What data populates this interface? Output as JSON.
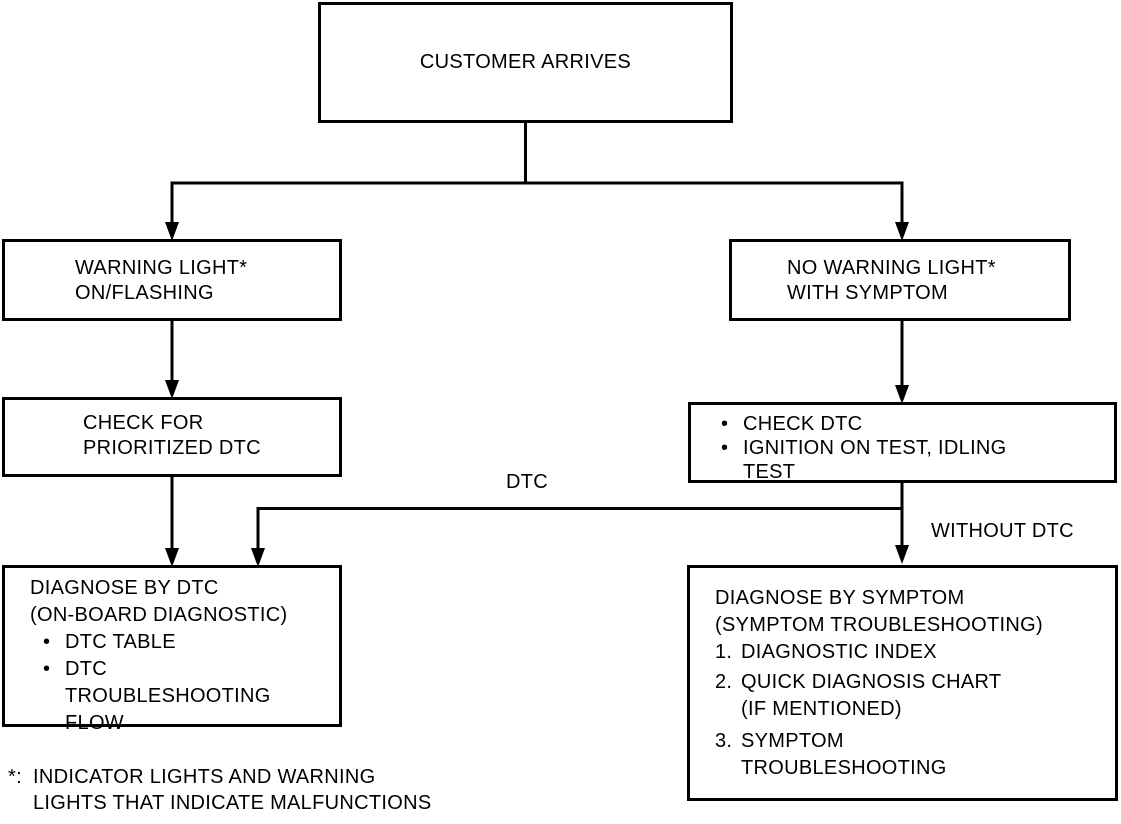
{
  "colors": {
    "ink": "#000000",
    "background": "#ffffff"
  },
  "flowchart": {
    "nodes": {
      "customer_arrives": {
        "lines": [
          "CUSTOMER ARRIVES"
        ]
      },
      "warning_light": {
        "lines": [
          "WARNING LIGHT*",
          "ON/FLASHING"
        ]
      },
      "no_warning_light": {
        "lines": [
          "NO WARNING LIGHT*",
          "WITH SYMPTOM"
        ]
      },
      "check_for_prioritized_dtc": {
        "lines": [
          "CHECK FOR",
          "PRIORITIZED DTC"
        ]
      },
      "check_dtc": {
        "items": [
          {
            "marker": "•",
            "lines": [
              "CHECK DTC"
            ]
          },
          {
            "marker": "•",
            "lines": [
              "IGNITION ON TEST, IDLING",
              "TEST"
            ]
          }
        ]
      },
      "diagnose_by_dtc": {
        "heading": [
          "DIAGNOSE BY DTC",
          "(ON-BOARD DIAGNOSTIC)"
        ],
        "items": [
          {
            "marker": "•",
            "lines": [
              "DTC TABLE"
            ]
          },
          {
            "marker": "•",
            "lines": [
              "DTC",
              "TROUBLESHOOTING",
              "FLOW"
            ]
          }
        ]
      },
      "diagnose_by_symptom": {
        "heading": [
          "DIAGNOSE BY SYMPTOM",
          "(SYMPTOM TROUBLESHOOTING)"
        ],
        "items": [
          {
            "marker": "1.",
            "lines": [
              "DIAGNOSTIC INDEX"
            ]
          },
          {
            "marker": "2.",
            "lines": [
              "QUICK DIAGNOSIS CHART",
              "(IF MENTIONED)"
            ]
          },
          {
            "marker": "3.",
            "lines": [
              "SYMPTOM",
              "TROUBLESHOOTING"
            ]
          }
        ]
      }
    },
    "edge_labels": {
      "dtc": "DTC",
      "without_dtc": "WITHOUT DTC"
    },
    "footnote": {
      "marker": "*:",
      "lines": [
        "INDICATOR LIGHTS AND WARNING",
        "LIGHTS THAT INDICATE MALFUNCTIONS"
      ]
    }
  }
}
